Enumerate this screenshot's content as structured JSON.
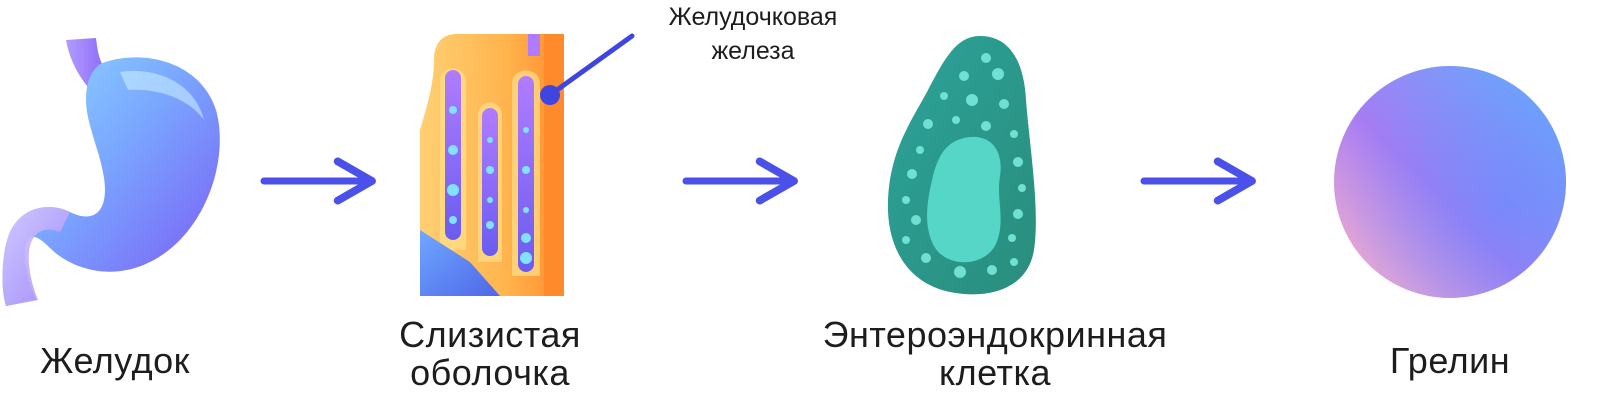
{
  "steps": [
    {
      "id": "stomach",
      "label": "Желудок"
    },
    {
      "id": "mucosa",
      "label_line1": "Слизистая",
      "label_line2": "оболочка"
    },
    {
      "id": "enteroendocrine",
      "label_line1": "Энтероэндокринная",
      "label_line2": "клетка"
    },
    {
      "id": "ghrelin",
      "label": "Грелин"
    }
  ],
  "callout": {
    "line1": "Желудочковая",
    "line2": "железа"
  },
  "colors": {
    "arrow": "#4a50e8",
    "stomach_light": "#7fd0ff",
    "stomach_dark": "#7a5cf5",
    "mucosa_orange": "#ff9a3c",
    "mucosa_yellow": "#ffd166",
    "cell_teal": "#2b9c8e",
    "cell_nucleus": "#52d8c8",
    "ghrelin_pink": "#ffb4c8",
    "ghrelin_violet": "#9b6cf2",
    "ghrelin_blue": "#5aa7ff"
  }
}
